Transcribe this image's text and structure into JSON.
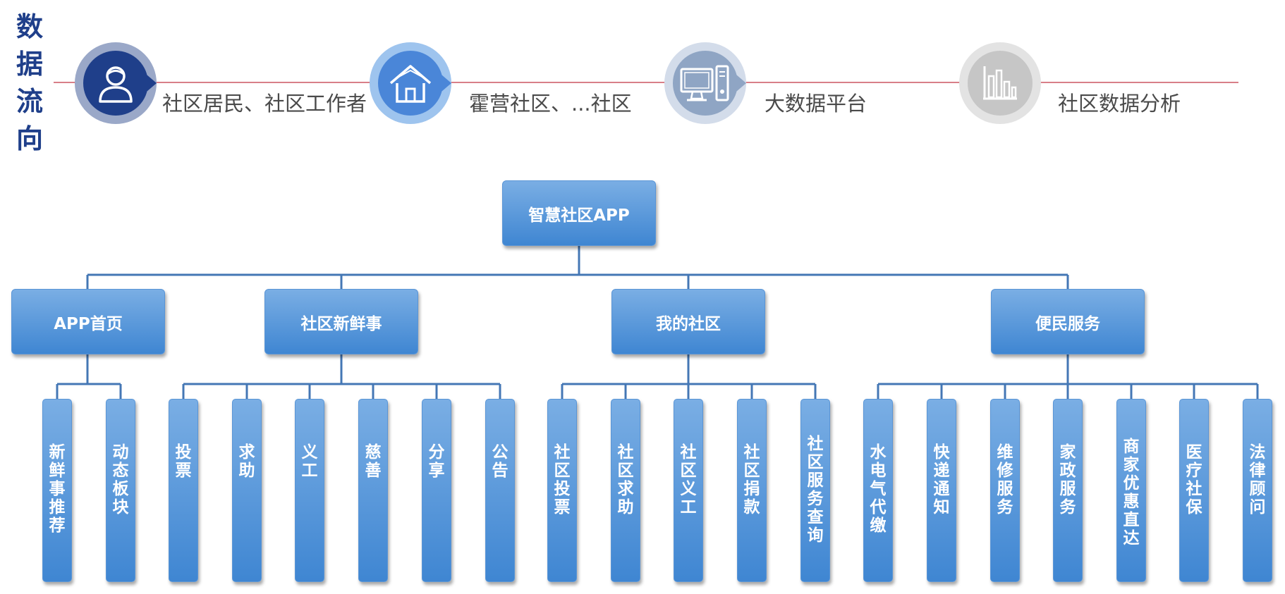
{
  "side_title": [
    "数",
    "据",
    "流",
    "向"
  ],
  "flow": [
    {
      "label": "社区居民、社区工作者",
      "icon": "person-icon",
      "outer": "#9aa8c8",
      "inner": "#1f3f8a"
    },
    {
      "label": "霍营社区、...社区",
      "icon": "house-icon",
      "outer": "#9ec4ee",
      "inner": "#4a86d8"
    },
    {
      "label": "大数据平台",
      "icon": "computer-icon",
      "outer": "#d3dcea",
      "inner": "#8fa5c4"
    },
    {
      "label": "社区数据分析",
      "icon": "bar-chart-icon",
      "outer": "#e3e3e3",
      "inner": "#c6c6c6"
    }
  ],
  "colors": {
    "flow_line": "#d87f88",
    "connector": "#4477b5",
    "box": "#4a8ad4"
  },
  "tree": {
    "root": "智慧社区APP",
    "children": [
      {
        "label": "APP首页",
        "children": [
          "新鲜事推荐",
          "动态板块"
        ]
      },
      {
        "label": "社区新鲜事",
        "children": [
          "投票",
          "求助",
          "义工",
          "慈善",
          "分享",
          "公告"
        ]
      },
      {
        "label": "我的社区",
        "children": [
          "社区投票",
          "社区求助",
          "社区义工",
          "社区捐款",
          "社区服务查询"
        ]
      },
      {
        "label": "便民服务",
        "children": [
          "水电气代缴",
          "快递通知",
          "维修服务",
          "家政服务",
          "商家优惠直达",
          "医疗社保",
          "法律顾问"
        ]
      }
    ]
  }
}
